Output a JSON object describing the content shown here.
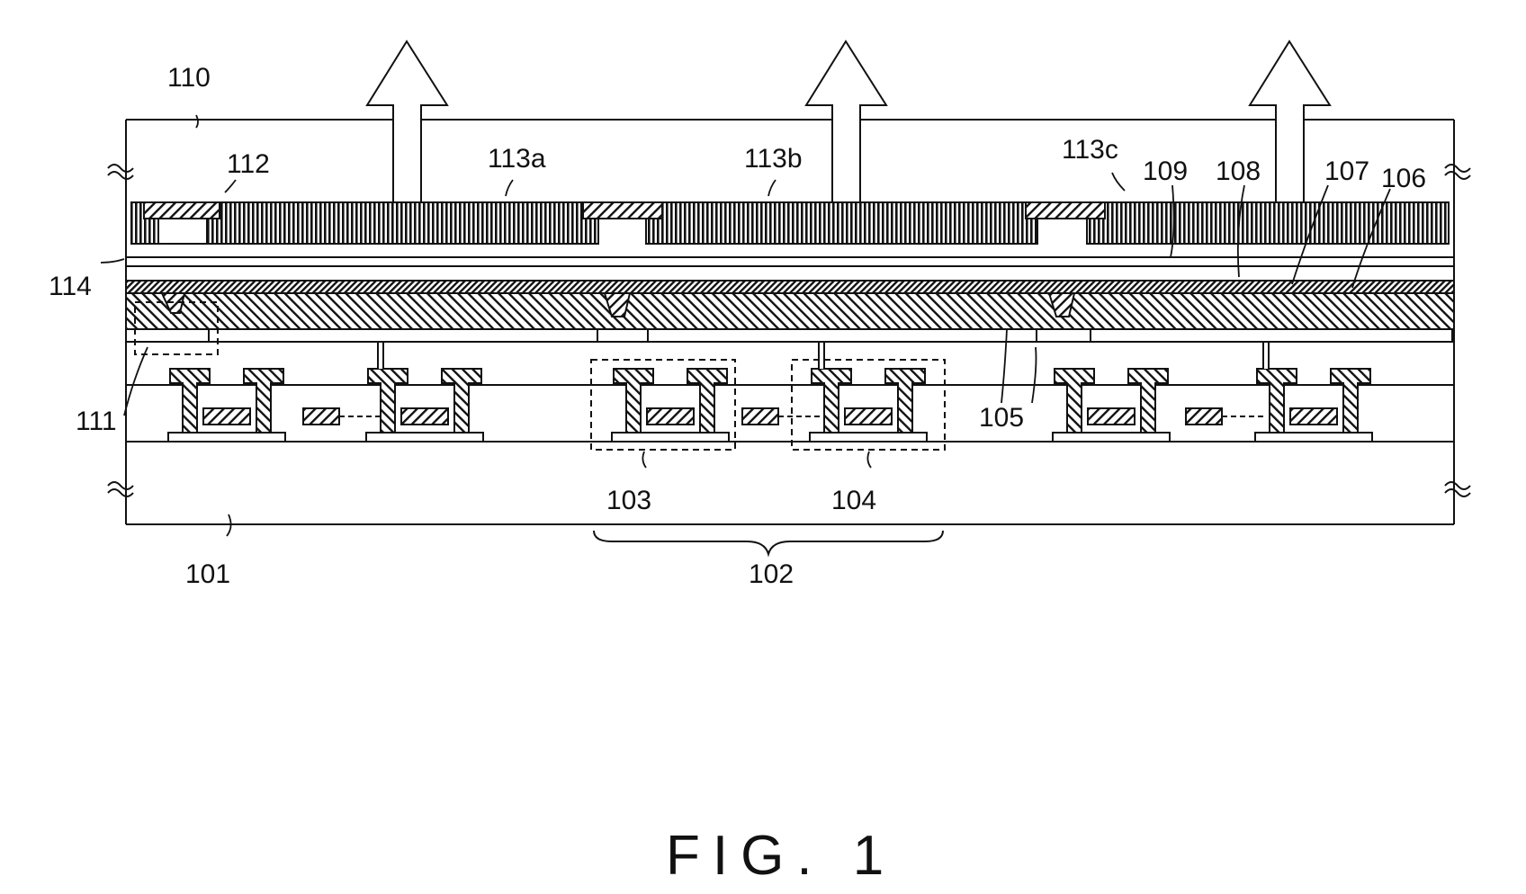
{
  "diagram": {
    "caption": "FIG. 1",
    "labels": {
      "l110": "110",
      "l112": "112",
      "l113a": "113a",
      "l113b": "113b",
      "l113c": "113c",
      "l109": "109",
      "l108": "108",
      "l107": "107",
      "l106": "106",
      "l114": "114",
      "l111": "111",
      "l105": "105",
      "l103": "103",
      "l104": "104",
      "l101": "101",
      "l102": "102"
    }
  }
}
